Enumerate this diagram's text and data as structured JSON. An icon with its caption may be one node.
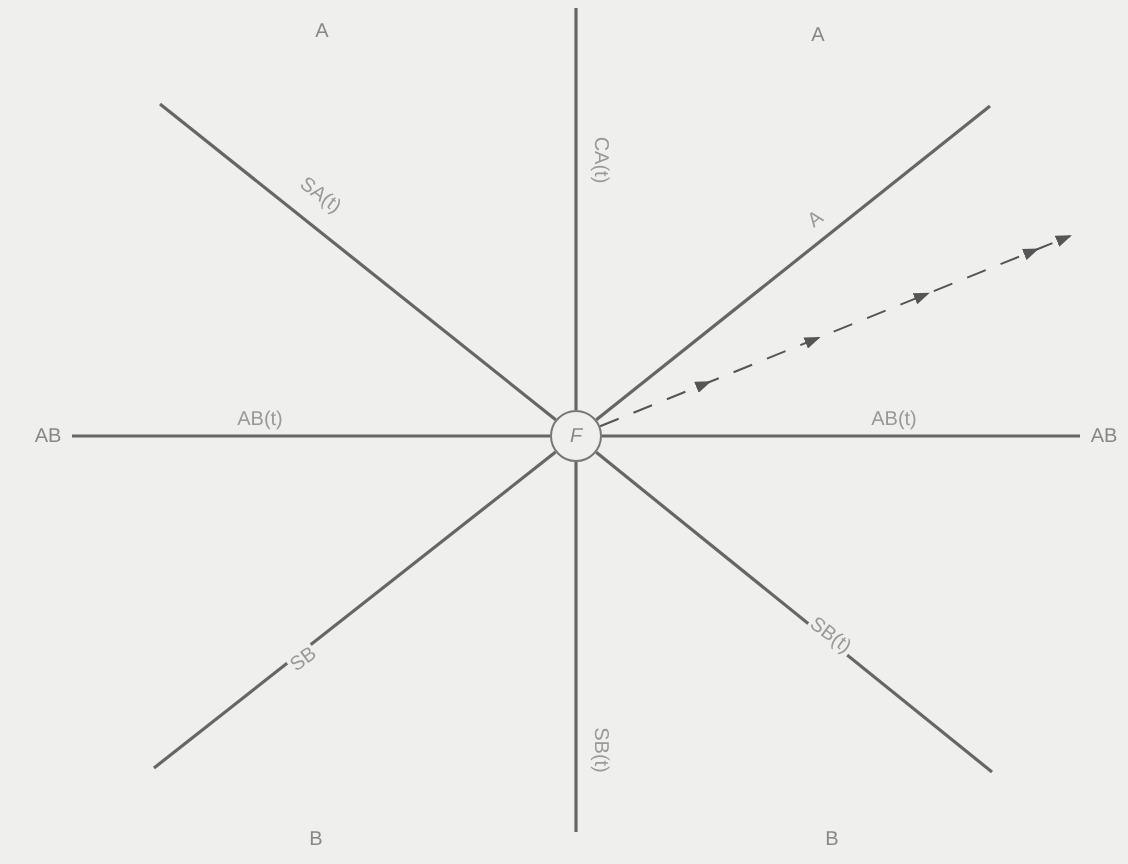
{
  "diagram": {
    "nodes": [
      {
        "text": [
          "F"
        ]
      },
      {
        "text": [
          "AB"
        ]
      },
      {
        "text": [
          "AB"
        ]
      }
    ],
    "edges": [
      {
        "from": 0,
        "to": null,
        "arrow": "none",
        "label": "SA(t)"
      },
      {
        "from": 0,
        "to": null,
        "arrow": "none",
        "label": "CA(t)"
      },
      {
        "from": 0,
        "to": null,
        "arrow": "none",
        "label": "A"
      },
      {
        "from": 0,
        "to": 1,
        "arrow": "none",
        "label": "AB(t)"
      },
      {
        "from": 0,
        "to": 2,
        "arrow": "none",
        "label": "AB(t)"
      },
      {
        "from": 0,
        "to": null,
        "arrow": "none",
        "label": "SB"
      },
      {
        "from": 0,
        "to": null,
        "arrow": "none",
        "label": "SB(t)"
      },
      {
        "from": 0,
        "to": null,
        "arrow": "none",
        "label": "SB(t)"
      },
      {
        "from": 0,
        "to": null,
        "arrow": "to",
        "style": "dashed"
      }
    ],
    "labels": [
      "A",
      "A",
      "B",
      "B"
    ]
  }
}
